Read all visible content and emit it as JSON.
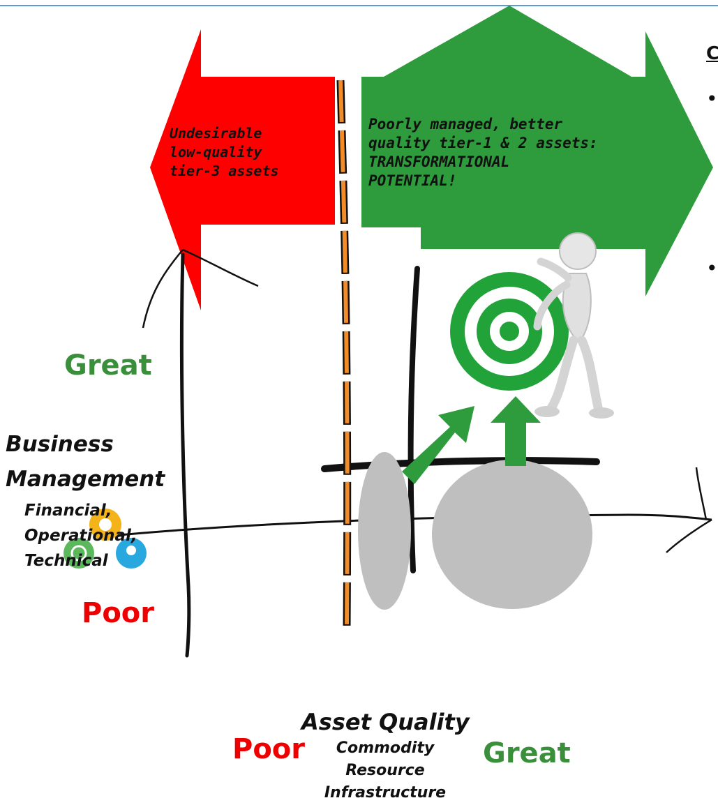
{
  "slide": {
    "top_rule_color": "#5b9bd5",
    "heading_fragment": "C",
    "bullets": [
      "•",
      "•"
    ]
  },
  "arrows": {
    "left": {
      "text": "Undesirable\nlow-quality\ntier-3 assets",
      "color": "#ff0000"
    },
    "right": {
      "text": "Poorly managed, better\nquality tier-1 & 2 assets:\nTRANSFORMATIONAL\nPOTENTIAL!",
      "color": "#2e9b3c"
    }
  },
  "y_axis": {
    "great": "Great",
    "title": "Business\nManagement",
    "subtitle": "Financial,\nOperational,\nTechnical",
    "poor": "Poor"
  },
  "x_axis": {
    "poor": "Poor",
    "title": "Asset Quality",
    "subtitle": "Commodity\nResource\nInfrastructure",
    "great": "Great"
  },
  "colors": {
    "great": "#3a8f3a",
    "poor": "#ee0000",
    "ellipse": "#bfbfbf",
    "divider": "#f28c28",
    "target": "#22a33a"
  },
  "icons": [
    "target-icon",
    "stick-figure-icon",
    "logo-icon"
  ]
}
